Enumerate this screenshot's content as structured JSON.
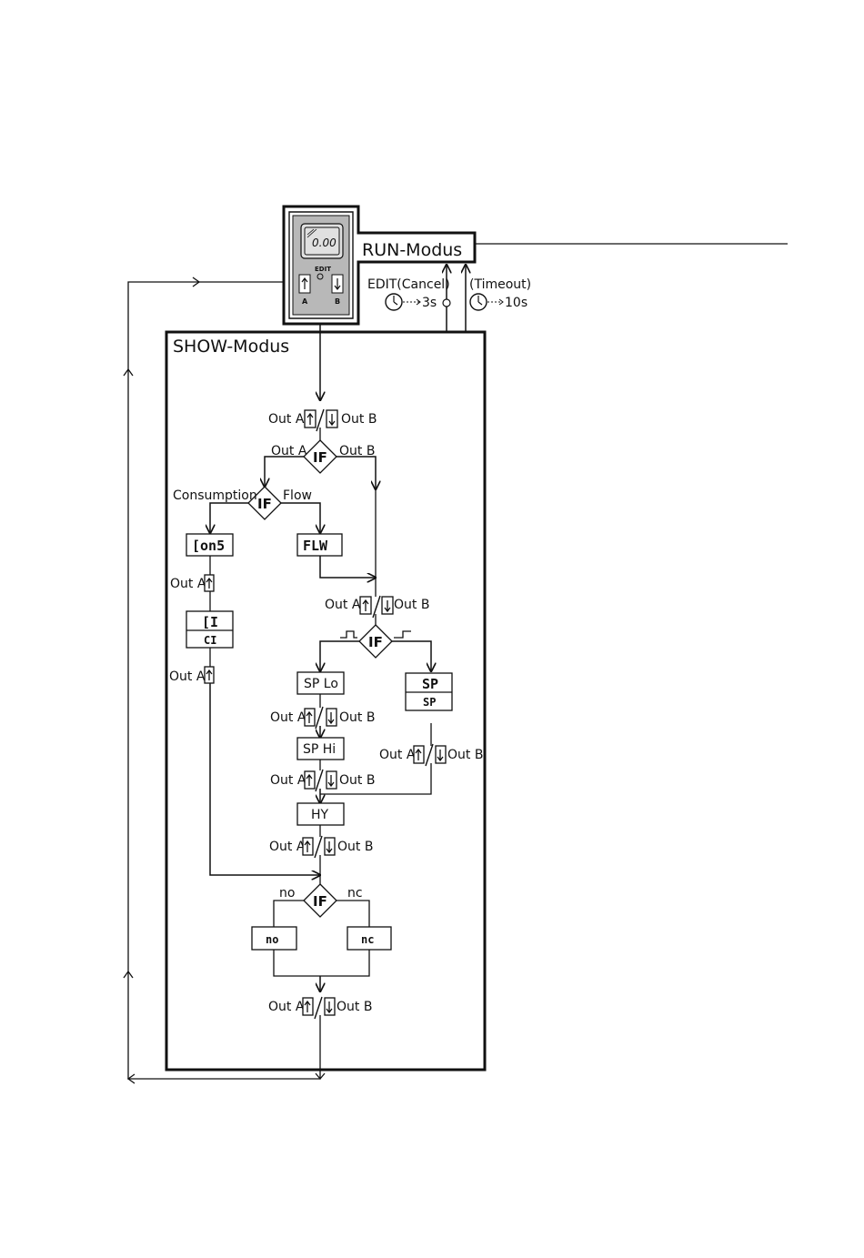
{
  "run_mode": {
    "title": "RUN-Modus",
    "display_value": "0.00",
    "edit_label": "EDIT",
    "key_a_label": "A",
    "key_b_label": "B",
    "edit_cancel_label": "EDIT(Cancel)",
    "edit_cancel_time": "3s",
    "timeout_label": "(Timeout)",
    "timeout_time": "10s"
  },
  "show_mode": {
    "title": "SHOW-Modus",
    "out_a": "Out A",
    "out_b": "Out B",
    "if_label": "IF",
    "consumption_label": "Consumption",
    "flow_label": "Flow",
    "cons_display": "[on5",
    "flow_display": "FLW",
    "ci_display_top": "[I",
    "ci_display_bottom": "CI",
    "sp_lo_label": "SP Lo",
    "sp_hi_label": "SP Hi",
    "sp_display_top": "SP",
    "sp_display_bottom": "SP",
    "hy_label": "HY",
    "no_label": "no",
    "nc_label": "nc",
    "no_display": "no",
    "nc_display": "nc"
  }
}
